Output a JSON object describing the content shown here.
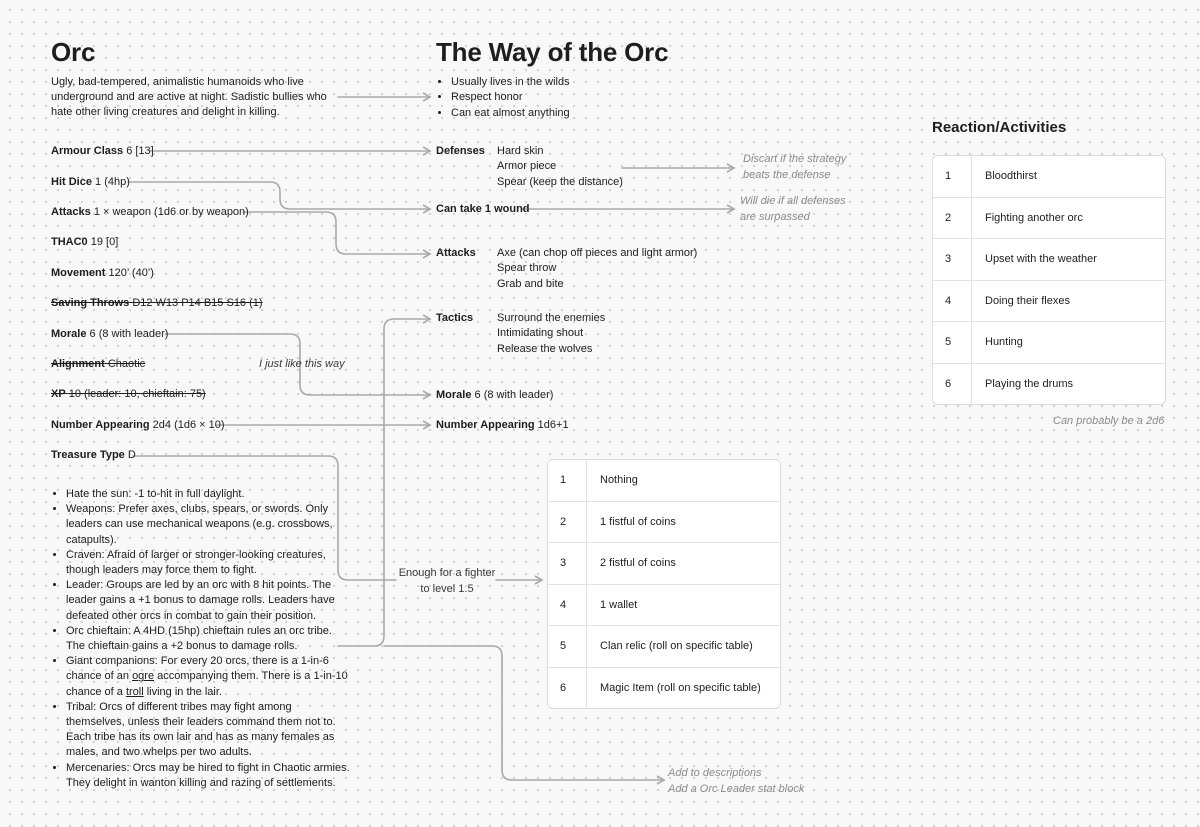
{
  "orc": {
    "title": "Orc",
    "description": "Ugly, bad-tempered, animalistic humanoids who live underground and are active at night. Sadistic bullies who hate other living creatures and delight in killing.",
    "stats": {
      "armour_class": {
        "label": "Armour Class",
        "value": "6 [13]"
      },
      "hit_dice": {
        "label": "Hit Dice",
        "value": "1 (4hp)"
      },
      "attacks": {
        "label": "Attacks",
        "value": "1 × weapon (1d6 or by weapon)"
      },
      "thac0": {
        "label": "THAC0",
        "value": "19 [0]"
      },
      "movement": {
        "label": "Movement",
        "value": "120’ (40’)"
      },
      "saving_throws": {
        "label": "Saving Throws",
        "value": "D12 W13 P14 B15 S16 (1)"
      },
      "morale": {
        "label": "Morale",
        "value": "6 (8 with leader)"
      },
      "alignment": {
        "label": "Alignment",
        "value": "Chaotic"
      },
      "xp": {
        "label": "XP",
        "value": "10 (leader: 10, chieftain: 75)"
      },
      "number_appearing": {
        "label": "Number Appearing",
        "value": "2d4 (1d6 × 10)"
      },
      "treasure_type": {
        "label": "Treasure Type",
        "value": "D"
      }
    },
    "traits": {
      "t1": "Hate the sun: -1 to-hit in full daylight.",
      "t2": "Weapons: Prefer axes, clubs, spears, or swords. Only leaders can use mechanical weapons (e.g. crossbows, catapults).",
      "t3": "Craven: Afraid of larger or stronger-looking creatures, though leaders may force them to fight.",
      "t4": "Leader: Groups are led by an orc with 8 hit points. The leader gains a +1 bonus to damage rolls. Leaders have defeated other orcs in combat to gain their position.",
      "t5": "Orc chieftain: A 4HD (15hp) chieftain rules an orc tribe. The chieftain gains a +2 bonus to damage rolls.",
      "t6a": "Giant companions: For every 20 orcs, there is a 1-in-6 chance of an ",
      "t6b": "ogre",
      "t6c": " accompanying them. There is a 1-in-10 chance of a ",
      "t6d": "troll",
      "t6e": " living in the lair.",
      "t7": "Tribal: Orcs of different tribes may fight among themselves, unless their leaders command them not to. Each tribe has its own lair and has as many females as males, and two whelps per two adults.",
      "t8": "Mercenaries: Orcs may be hired to fight in Chaotic armies. They delight in wanton killing and razing of settlements."
    }
  },
  "way": {
    "title": "The Way of the Orc",
    "bullets": [
      "Usually lives in the wilds",
      "Respect honor",
      "Can eat almost anything"
    ],
    "defenses": {
      "label": "Defenses",
      "items": [
        "Hard skin",
        "Armor piece",
        "Spear (keep the distance)"
      ]
    },
    "wound": {
      "label": "Can take 1 wound"
    },
    "attacks": {
      "label": "Attacks",
      "items": [
        "Axe (can chop off pieces and light armor)",
        "Spear throw",
        "Grab and bite"
      ]
    },
    "tactics": {
      "label": "Tactics",
      "items": [
        "Surround the enemies",
        "Intimidating shout",
        "Release the wolves"
      ]
    },
    "morale": {
      "label": "Morale",
      "value": "6 (8 with leader)"
    },
    "number_appearing": {
      "label": "Number Appearing",
      "value": "1d6+1"
    }
  },
  "notes": {
    "defense_note_1": "Discart if the strategy",
    "defense_note_2": "beats the defense",
    "wound_note_1": "Will die if all defenses",
    "wound_note_2": "are surpassed",
    "alignment_note": "I just like this way",
    "treasure_note_1": "Enough for a fighter",
    "treasure_note_2": "to level 1.5",
    "todo_1": "Add to descriptions",
    "todo_2": "Add a Orc Leader stat block",
    "reaction_note": "Can probably be a 2d6"
  },
  "treasure_table": [
    {
      "n": "1",
      "text": "Nothing"
    },
    {
      "n": "2",
      "text": "1 fistful of coins"
    },
    {
      "n": "3",
      "text": "2 fistful of coins"
    },
    {
      "n": "4",
      "text": "1 wallet"
    },
    {
      "n": "5",
      "text": "Clan relic (roll on specific table)"
    },
    {
      "n": "6",
      "text": "Magic Item (roll on specific table)"
    }
  ],
  "reaction": {
    "title": "Reaction/Activities",
    "rows": [
      {
        "n": "1",
        "text": "Bloodthirst"
      },
      {
        "n": "2",
        "text": "Fighting another orc"
      },
      {
        "n": "3",
        "text": "Upset with the weather"
      },
      {
        "n": "4",
        "text": "Doing their flexes"
      },
      {
        "n": "5",
        "text": "Hunting"
      },
      {
        "n": "6",
        "text": "Playing the drums"
      }
    ]
  },
  "colors": {
    "connector": "#a9a9a9",
    "text": "#1e1e1e",
    "note": "#8a8a8a"
  }
}
